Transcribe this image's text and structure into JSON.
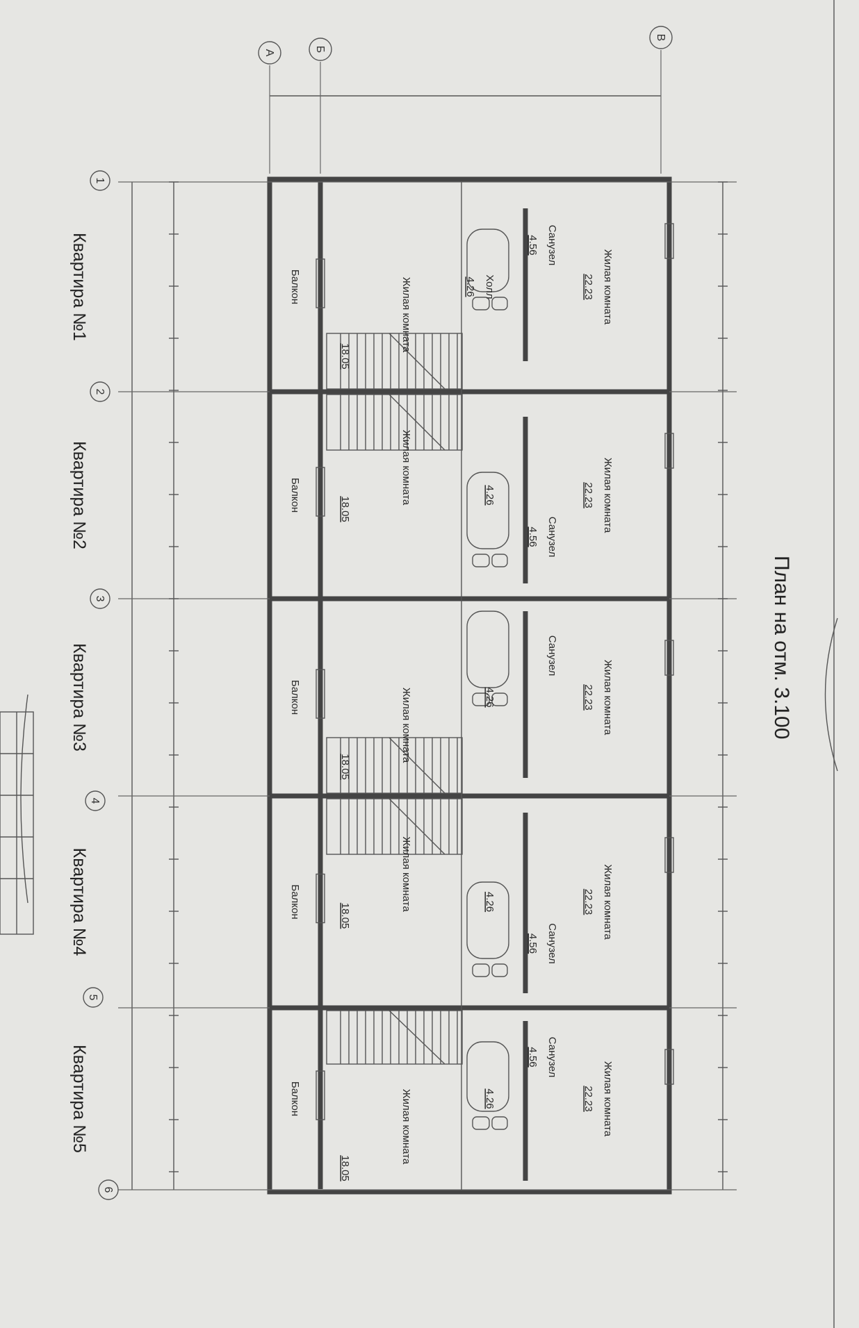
{
  "title": "План на отм. 3.100",
  "axes": {
    "letters": [
      "А",
      "Б",
      "В"
    ],
    "numbers": [
      "1",
      "2",
      "3",
      "4",
      "5",
      "6"
    ]
  },
  "apartments": [
    {
      "label": "Квартира №1",
      "rooms": [
        {
          "name": "Жилая комната",
          "area": "22.23"
        },
        {
          "name": "Санузел",
          "area": "4.56"
        },
        {
          "name": "Холл",
          "area": "4.26"
        },
        {
          "name": "Жилая комната",
          "area": "18.05"
        },
        {
          "name": "Балкон",
          "area": ""
        }
      ]
    },
    {
      "label": "Квартира №2",
      "rooms": [
        {
          "name": "Жилая комната",
          "area": "22.23"
        },
        {
          "name": "Санузел",
          "area": "4.56"
        },
        {
          "name": "",
          "area": "4.26"
        },
        {
          "name": "Жилая комната",
          "area": "18.05"
        },
        {
          "name": "Балкон",
          "area": ""
        }
      ]
    },
    {
      "label": "Квартира №3",
      "rooms": [
        {
          "name": "Жилая комната",
          "area": "22.23"
        },
        {
          "name": "Санузел",
          "area": ""
        },
        {
          "name": "",
          "area": "4.26"
        },
        {
          "name": "Жилая комната",
          "area": "18.05"
        },
        {
          "name": "Балкон",
          "area": ""
        }
      ]
    },
    {
      "label": "Квартира №4",
      "rooms": [
        {
          "name": "Жилая комната",
          "area": "22.23"
        },
        {
          "name": "Санузел",
          "area": "4.56"
        },
        {
          "name": "",
          "area": "4.26"
        },
        {
          "name": "Жилая комната",
          "area": "18.05"
        },
        {
          "name": "Балкон",
          "area": ""
        }
      ]
    },
    {
      "label": "Квартира №5",
      "rooms": [
        {
          "name": "Жилая комната",
          "area": "22.23"
        },
        {
          "name": "Санузел",
          "area": "4.56"
        },
        {
          "name": "",
          "area": "4.26"
        },
        {
          "name": "Жилая комната",
          "area": "18.05"
        },
        {
          "name": "Балкон",
          "area": ""
        }
      ]
    }
  ],
  "colors": {
    "paper": "#e6e6e3",
    "ink": "#3a3a3a"
  }
}
